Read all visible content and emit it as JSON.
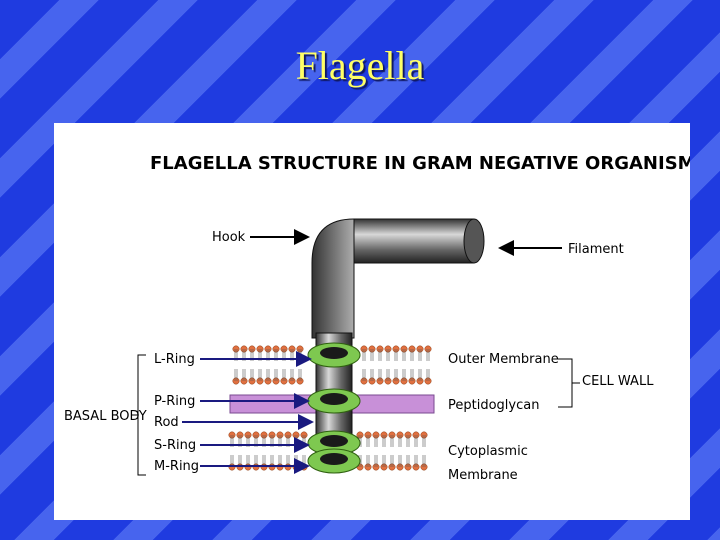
{
  "slide": {
    "title": "Flagella"
  },
  "diagram": {
    "heading": "FLAGELLA STRUCTURE IN GRAM NEGATIVE ORGANISM",
    "labels": {
      "hook": "Hook",
      "filament": "Filament",
      "l_ring": "L-Ring",
      "p_ring": "P-Ring",
      "rod": "Rod",
      "s_ring": "S-Ring",
      "m_ring": "M-Ring",
      "basal_body": "BASAL BODY",
      "outer_membrane": "Outer Membrane",
      "peptidoglycan": "Peptidoglycan",
      "cytoplasmic_1": "Cytoplasmic",
      "cytoplasmic_2": "Membrane",
      "cell_wall": "CELL WALL"
    },
    "colors": {
      "background": "#1f3be0",
      "title": "#ffff66",
      "lipid_head": "#e07040",
      "peptidoglycan": "#c890d8",
      "ring": "#7ec850",
      "arrow": "#1a1a80"
    }
  }
}
